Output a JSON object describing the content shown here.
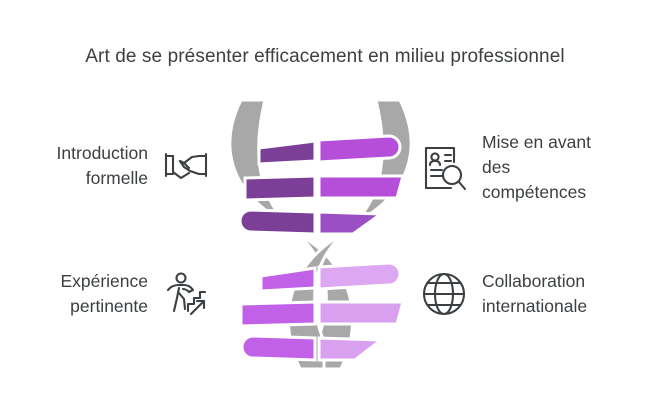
{
  "page": {
    "background_color": "#ffffff",
    "text_color": "#3c4043"
  },
  "header": {
    "title": "Art de se présenter efficacement en milieu professionnel"
  },
  "items": [
    {
      "id": "introduction-formelle",
      "side": "left",
      "position": "top",
      "label_line1": "Introduction",
      "label_line2": "formelle",
      "icon": "handshake-icon"
    },
    {
      "id": "experience-pertinente",
      "side": "left",
      "position": "bottom",
      "label_line1": "Expérience",
      "label_line2": "pertinente",
      "icon": "person-stairs-icon"
    },
    {
      "id": "mise-en-avant-des-competences",
      "side": "right",
      "position": "top",
      "label_line1": "Mise en avant",
      "label_line2": "des",
      "label_line3": "compétences",
      "icon": "resume-search-icon"
    },
    {
      "id": "collaboration-internationale",
      "side": "right",
      "position": "bottom",
      "label_line1": "Collaboration",
      "label_line2": "internationale",
      "icon": "globe-icon"
    }
  ],
  "graphic": {
    "name": "dna-double-helix",
    "strand_color": "#a8a8a8",
    "outline_color": "#ffffff",
    "rungs": {
      "top_group": [
        {
          "left_color": "#7b3f98",
          "right_color": "#b54fd9"
        },
        {
          "left_color": "#7b3f98",
          "right_color": "#b54fd9"
        },
        {
          "left_color": "#7b3f98",
          "right_color": "#9b4fc4"
        }
      ],
      "bottom_group": [
        {
          "left_color": "#c061e8",
          "right_color": "#dda7f2"
        },
        {
          "left_color": "#c061e8",
          "right_color": "#d9a0f0"
        },
        {
          "left_color": "#c061e8",
          "right_color": "#d9a0f0"
        }
      ]
    }
  }
}
